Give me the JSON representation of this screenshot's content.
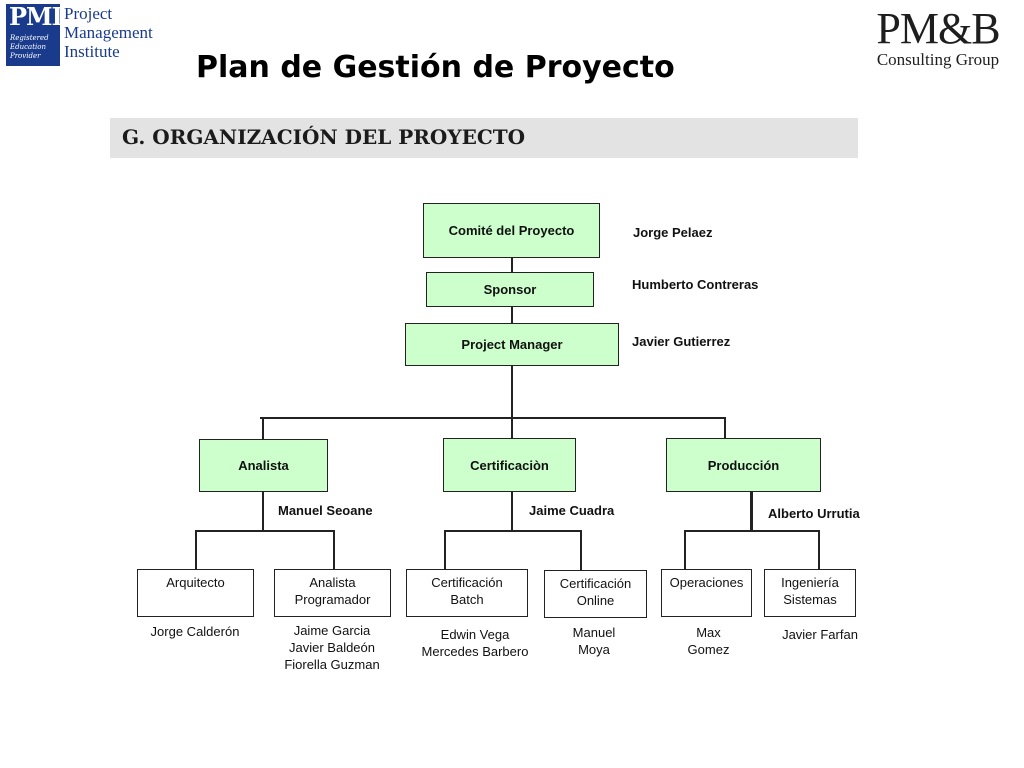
{
  "header": {
    "pmi_logo": {
      "mark_big": "PMI",
      "mark_small": [
        "Registered",
        "Education",
        "Provider"
      ],
      "words": [
        "Project",
        "Management",
        "Institute"
      ]
    },
    "title": "Plan de Gestión de Proyecto",
    "pmb_logo": {
      "title": "PM&B",
      "subtitle": "Consulting Group"
    }
  },
  "section": {
    "title": "G. ORGANIZACIÓN DEL PROYECTO"
  },
  "org": {
    "committee": {
      "label": "Comité del Proyecto",
      "person": "Jorge Pelaez"
    },
    "sponsor": {
      "label": "Sponsor",
      "person": "Humberto Contreras"
    },
    "pm": {
      "label": "Project Manager",
      "person": "Javier Gutierrez"
    },
    "analista": {
      "label": "Analista",
      "person": "Manuel Seoane",
      "children": [
        {
          "label": [
            "Arquitecto"
          ],
          "people": [
            "Jorge Calderón"
          ]
        },
        {
          "label": [
            "Analista",
            "Programador"
          ],
          "people": [
            "Jaime Garcia",
            "Javier Baldeón",
            "Fiorella Guzman"
          ]
        }
      ]
    },
    "certificacion": {
      "label": "Certificaciòn",
      "person": "Jaime Cuadra",
      "children": [
        {
          "label": [
            "Certificación",
            "Batch"
          ],
          "people": [
            "Edwin Vega",
            "Mercedes Barbero"
          ]
        },
        {
          "label": [
            "Certificación",
            "Online"
          ],
          "people": [
            "Manuel",
            "Moya"
          ]
        }
      ]
    },
    "produccion": {
      "label": "Producción",
      "person": "Alberto Urrutia",
      "children": [
        {
          "label": [
            "Operaciones"
          ],
          "people": [
            "Max",
            "Gomez"
          ]
        },
        {
          "label": [
            "Ingeniería",
            "Sistemas"
          ],
          "people": [
            "Javier Farfan"
          ]
        }
      ]
    }
  },
  "colors": {
    "box_fill": "#ccffcc",
    "pmi_blue": "#1a3b8c",
    "section_bar": "#e3e3e3"
  }
}
